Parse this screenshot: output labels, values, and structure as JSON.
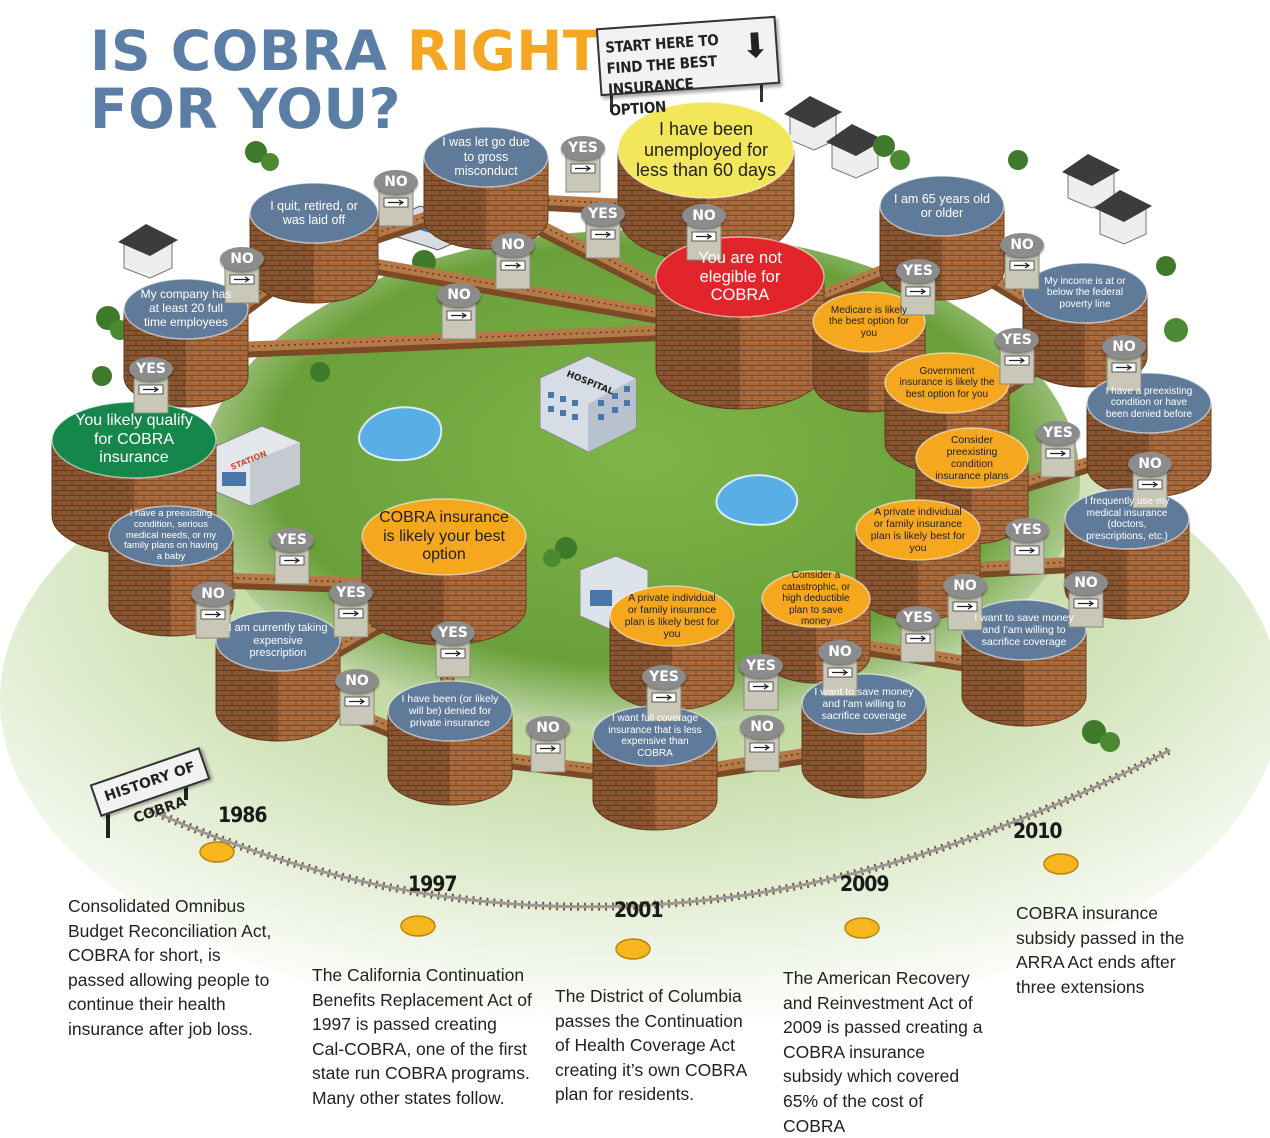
{
  "title": {
    "line1": "IS COBRA ",
    "accent": "RIGHT",
    "line2": "FOR YOU?"
  },
  "start_sign": "START HERE TO FIND THE BEST INSURANCE OPTION",
  "history_sign": "HISTORY OF COBRA",
  "scene_labels": {
    "hospital": "HOSPITAL",
    "station": "STATION"
  },
  "colors": {
    "question": "#5f7b99",
    "eligible": "#16874a",
    "not_eligible": "#e2252b",
    "start": "#f2e65b",
    "option": "#f5a71e",
    "brick": "#a86a3c",
    "grass": "#6da33c",
    "title_blue": "#5a7ea6",
    "title_orange": "#f5a623"
  },
  "diagram": {
    "nodes": [
      {
        "id": "start",
        "kind": "start",
        "text": "I have been unemployed for less than 60 days"
      },
      {
        "id": "gross",
        "kind": "question",
        "text": "I was let go due to gross misconduct"
      },
      {
        "id": "quit",
        "kind": "question",
        "text": "I quit, retired, or was laid off"
      },
      {
        "id": "company",
        "kind": "question",
        "text": "My company has at least 20 full time employees"
      },
      {
        "id": "qualify",
        "kind": "eligible",
        "text": "You likely qualify for COBRA insurance"
      },
      {
        "id": "not_eligible",
        "kind": "not_eligible",
        "text": "You are not elegible for COBRA"
      },
      {
        "id": "age65",
        "kind": "question",
        "text": "I am 65 years old or older"
      },
      {
        "id": "medicare",
        "kind": "option",
        "text": "Medicare is likely the best option for you"
      },
      {
        "id": "income",
        "kind": "question",
        "text": "My income is at or below the federal poverty line"
      },
      {
        "id": "government",
        "kind": "option",
        "text": "Government insurance is likely the best option for you"
      },
      {
        "id": "preexisting_denied",
        "kind": "question",
        "text": "I have a preexisting condition or have been denied before"
      },
      {
        "id": "consider_preexisting",
        "kind": "option",
        "text": "Consider preexisting condition insurance plans"
      },
      {
        "id": "frequently",
        "kind": "question",
        "text": "I frequently use my medical insurance (doctors, prescriptions, etc.)"
      },
      {
        "id": "private_best_right",
        "kind": "option",
        "text": "A private individual or family insurance plan is likely best for you"
      },
      {
        "id": "save_right",
        "kind": "question",
        "text": "I want to save money and I'am willing to sacrifice coverage"
      },
      {
        "id": "catastrophic",
        "kind": "option",
        "text": "Consider a catastrophic, or high deductible plan to save money"
      },
      {
        "id": "save_center",
        "kind": "question",
        "text": "I want to save money and I'am willing to sacrifice coverage"
      },
      {
        "id": "full_coverage",
        "kind": "question",
        "text": "I want full coverage insurance that is less expensive than COBRA"
      },
      {
        "id": "private_center",
        "kind": "option",
        "text": "A private individual or family insurance plan is likely best for you"
      },
      {
        "id": "denied_private",
        "kind": "question",
        "text": "I have been (or likely will be) denied for private insurance"
      },
      {
        "id": "cobra_best",
        "kind": "option",
        "text": "COBRA insurance is likely your best option"
      },
      {
        "id": "prescription",
        "kind": "question",
        "text": "I am currently taking expensive prescription"
      },
      {
        "id": "preexisting_baby",
        "kind": "question",
        "text": "I have a preexisting condition, serious medical needs, or my family plans on having a baby"
      }
    ],
    "edges": [
      {
        "id": "start-gross",
        "label": "YES"
      },
      {
        "id": "start-notelig",
        "label": "NO"
      },
      {
        "id": "gross-quit",
        "label": "NO"
      },
      {
        "id": "gross-notelig",
        "label": "YES"
      },
      {
        "id": "quit-company",
        "label": "NO"
      },
      {
        "id": "quit-notelig",
        "label": "NO"
      },
      {
        "id": "company-notelig",
        "label": "NO"
      },
      {
        "id": "company-qualify",
        "label": "YES"
      },
      {
        "id": "notelig-age65",
        "label": "NO"
      },
      {
        "id": "age65-medicare",
        "label": "YES"
      },
      {
        "id": "age65-income",
        "label": "NO"
      },
      {
        "id": "income-government",
        "label": "YES"
      },
      {
        "id": "income-preexisting",
        "label": "NO"
      },
      {
        "id": "preexisting-consider",
        "label": "YES"
      },
      {
        "id": "preexisting-frequently",
        "label": "NO"
      },
      {
        "id": "frequently-private",
        "label": "YES"
      },
      {
        "id": "frequently-save",
        "label": "NO"
      },
      {
        "id": "save-catastrophic",
        "label": "YES"
      },
      {
        "id": "save-privateright",
        "label": "NO"
      },
      {
        "id": "savecenter-catastrophic",
        "label": "YES"
      },
      {
        "id": "savecenter-full",
        "label": "NO"
      },
      {
        "id": "full-privatecenter",
        "label": "YES"
      },
      {
        "id": "full-denied",
        "label": "NO"
      },
      {
        "id": "denied-cobra",
        "label": "YES"
      },
      {
        "id": "denied-prescription",
        "label": "NO"
      },
      {
        "id": "prescription-cobra",
        "label": "YES"
      },
      {
        "id": "prescription-preexisting",
        "label": "NO"
      },
      {
        "id": "preexistingbaby-cobra",
        "label": "YES"
      }
    ]
  },
  "timeline": [
    {
      "year": "1986",
      "text": "Consolidated Omnibus Budget Reconciliation Act, COBRA for short, is passed allowing people to continue their health insurance after job loss."
    },
    {
      "year": "1997",
      "text": "The California Continuation Benefits Replacement Act of 1997 is passed creating Cal-COBRA, one of the first state run COBRA programs. Many other states follow."
    },
    {
      "year": "2001",
      "text": "The District of Columbia passes the Continuation of Health Coverage Act creating it’s own COBRA plan for residents."
    },
    {
      "year": "2009",
      "text": "The American Recovery and Reinvestment Act of 2009 is passed creating a COBRA insurance subsidy which covered 65% of the cost of COBRA"
    },
    {
      "year": "2010",
      "text": "COBRA insurance subsidy passed in the ARRA Act ends after three extensions"
    }
  ]
}
